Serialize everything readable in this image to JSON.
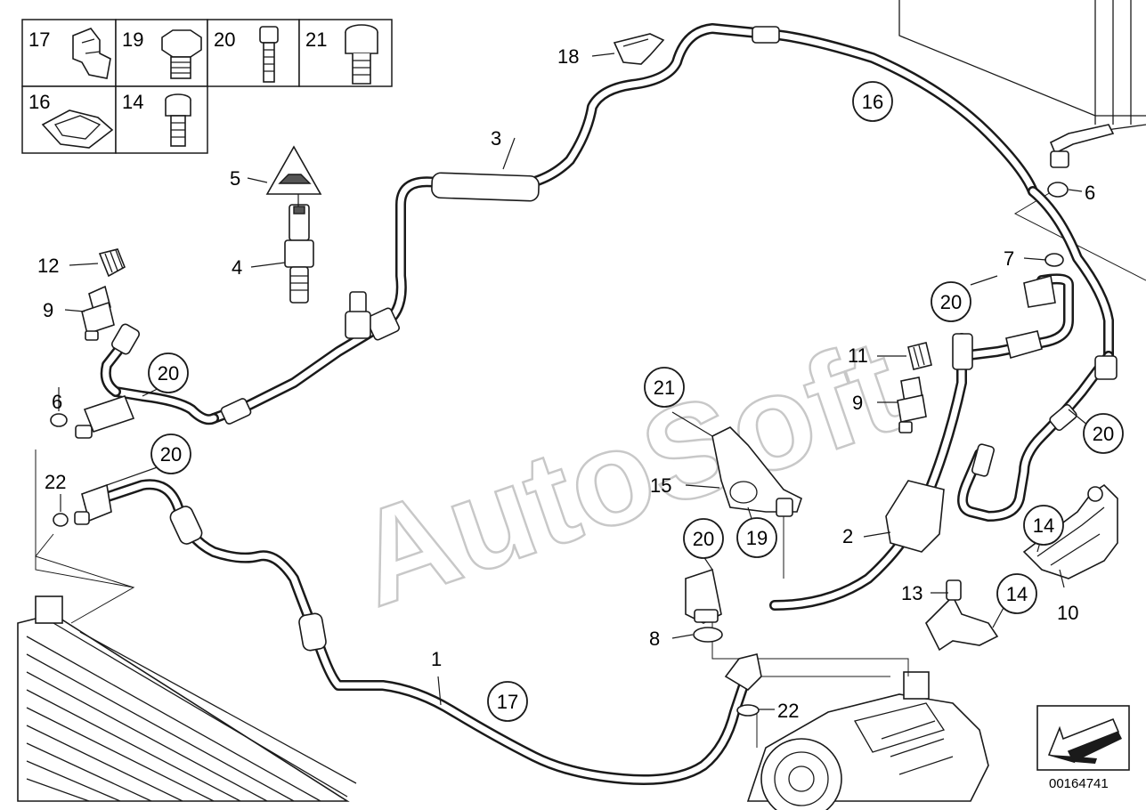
{
  "watermark": "AutoSoft",
  "document_id": "00164741",
  "legend": [
    {
      "num": "17",
      "icon": "clip-icon"
    },
    {
      "num": "19",
      "icon": "hex-bolt-icon"
    },
    {
      "num": "20",
      "icon": "small-socket-screw-icon"
    },
    {
      "num": "21",
      "icon": "socket-head-screw-icon"
    },
    {
      "num": "16",
      "icon": "bracket-clip-icon"
    },
    {
      "num": "14",
      "icon": "socket-bolt-icon"
    }
  ],
  "callouts": {
    "c1": "1",
    "c2": "2",
    "c3": "3",
    "c4": "4",
    "c5": "5",
    "c6a": "6",
    "c6b": "6",
    "c7": "7",
    "c8": "8",
    "c9a": "9",
    "c9b": "9",
    "c10": "10",
    "c11": "11",
    "c12": "12",
    "c13": "13",
    "c15": "15",
    "c18": "18",
    "c22a": "22",
    "c22b": "22"
  },
  "circled_refs": {
    "r16": "16",
    "r20a": "20",
    "r20b": "20",
    "r20c": "20",
    "r20d": "20",
    "r20e": "20",
    "r21": "21",
    "r19": "19",
    "r14a": "14",
    "r14b": "14",
    "r17": "17"
  },
  "orientation_arrow": "direction-arrow-icon"
}
